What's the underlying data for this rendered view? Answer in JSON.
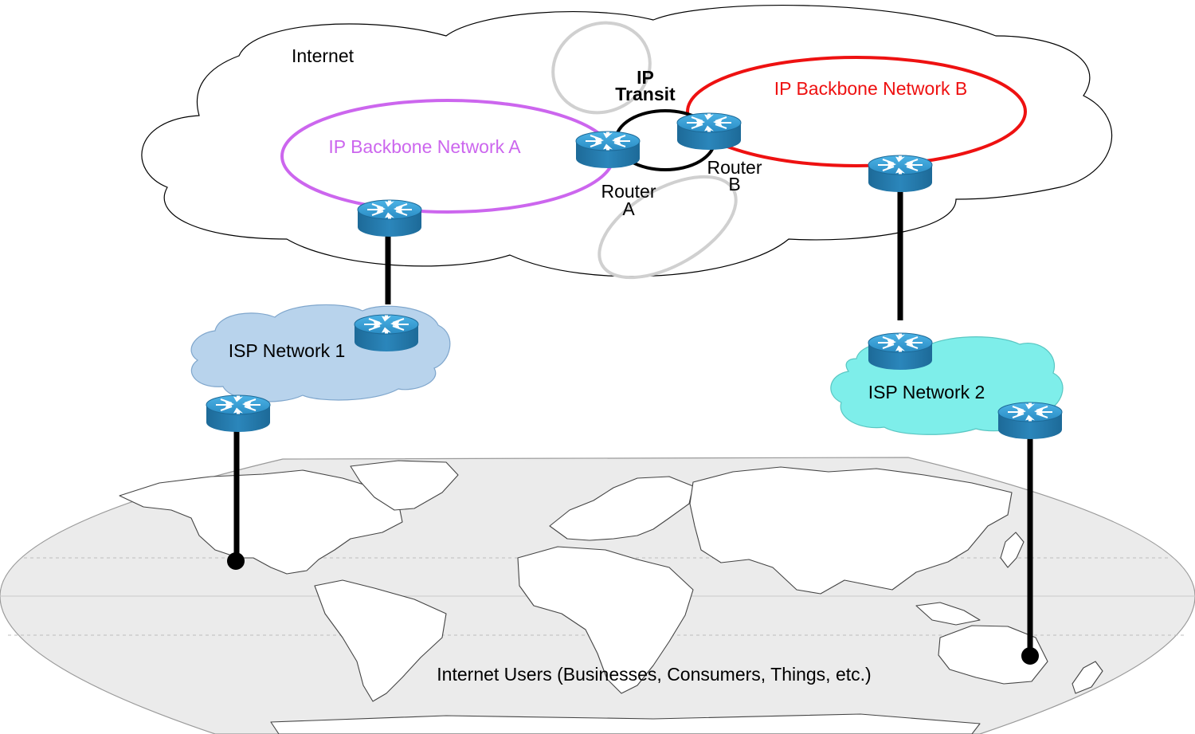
{
  "labels": {
    "internet": "Internet",
    "ip_transit_line1": "IP",
    "ip_transit_line2": "Transit",
    "backbone_a": "IP Backbone Network A",
    "backbone_b": "IP Backbone Network B",
    "router_a_line1": "Router",
    "router_a_line2": "A",
    "router_b_line1": "Router",
    "router_b_line2": "B",
    "isp1": "ISP Network 1",
    "isp2": "ISP Network 2",
    "users": "Internet Users (Businesses, Consumers, Things, etc.)"
  },
  "colors": {
    "backbone_a": "#cc66ee",
    "backbone_b": "#ee1111",
    "transit_ring": "#000000",
    "peer_rings": "#d0d0d0",
    "isp1_cloud": "#b8d3ec",
    "isp2_cloud": "#7eeeea",
    "router_top": "#3aa0d6",
    "router_side": "#1f6f9e",
    "map_fill": "#ebebeb"
  },
  "icons": [
    "router-icon",
    "cloud-icon",
    "world-map"
  ]
}
